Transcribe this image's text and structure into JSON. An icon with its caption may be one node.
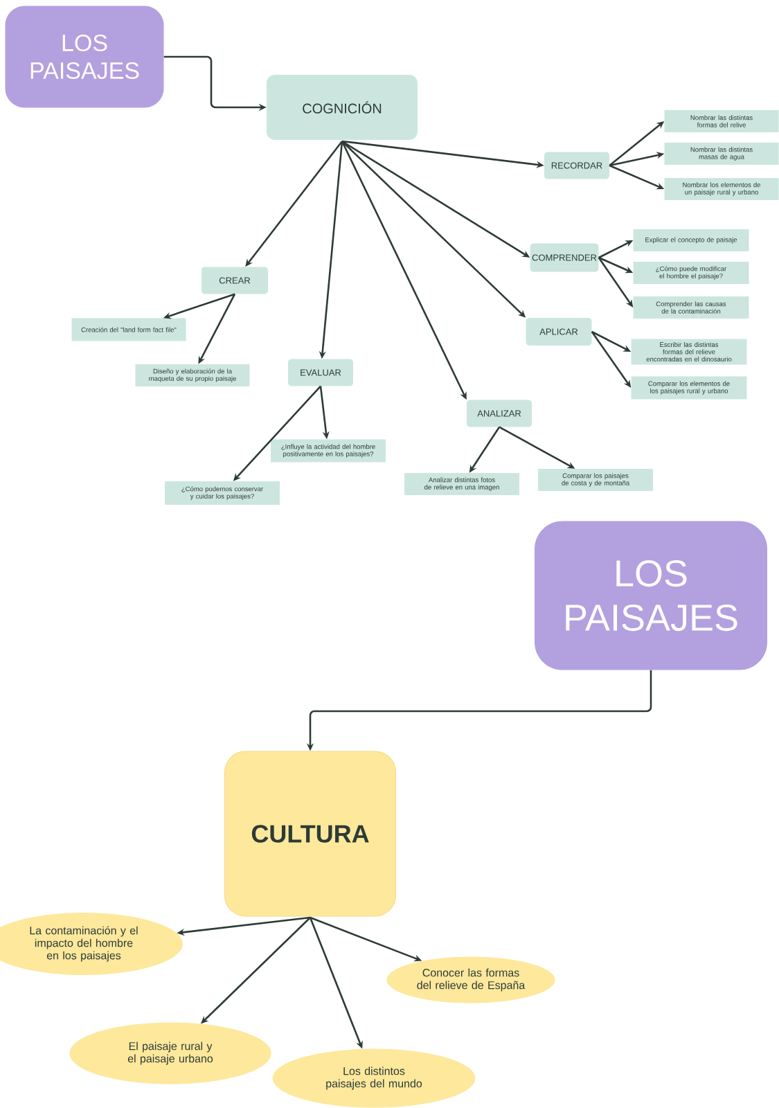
{
  "diagram": {
    "nodes": [
      {
        "text": [
          "LOS PAISAJES"
        ]
      },
      {
        "text": [
          "COGNICIÓN"
        ]
      },
      {
        "text": [
          "RECORDAR"
        ]
      },
      {
        "text": [
          "Nombrar las distintas formas del relive"
        ]
      },
      {
        "text": [
          "Nombrar las distintas masas de agua"
        ]
      },
      {
        "text": [
          "Nombrar los elementos de un paisaje rural y urbano"
        ]
      },
      {
        "text": [
          "COMPRENDER"
        ]
      },
      {
        "text": [
          "Explicar el concepto de paisaje"
        ]
      },
      {
        "text": [
          "¿Cómo puede modificar el hombre el paisaje?"
        ]
      },
      {
        "text": [
          "Comprender las causas de la contaminación"
        ]
      },
      {
        "text": [
          "APLICAR"
        ]
      },
      {
        "text": [
          "Escribir las distintas formas del relieve encontradas en el dinosaurio"
        ]
      },
      {
        "text": [
          "Comparar los elementos de los paisajes rural y urbano"
        ]
      },
      {
        "text": [
          "CREAR"
        ]
      },
      {
        "text": [
          "Creación del \"land form fact file\""
        ]
      },
      {
        "text": [
          "Diseño y elaboración de la maqueta de su propio paisaje"
        ]
      },
      {
        "text": [
          "EVALUAR"
        ]
      },
      {
        "text": [
          "¿Influye la actividad del hombre positivamente en los paisajes?"
        ]
      },
      {
        "text": [
          "¿Cómo podemos conservar y cuidar los paisajes?"
        ]
      },
      {
        "text": [
          "ANALIZAR"
        ]
      },
      {
        "text": [
          "Analizar distintas fotos de relieve en una imagen"
        ]
      },
      {
        "text": [
          "Comparar los paisajes de costa y de montaña"
        ]
      },
      {
        "text": [
          "LOS PAISAJES"
        ]
      },
      {
        "text": [
          "CULTURA"
        ]
      },
      {
        "text": [
          "La contaminación y el impacto del hombre en los paisajes"
        ]
      },
      {
        "text": [
          "Conocer las formas del relieve de España"
        ]
      },
      {
        "text": [
          "El paisaje rural y el paisaje urbano"
        ]
      },
      {
        "text": [
          "Los distintos paisajes del mundo"
        ]
      }
    ],
    "edges": [
      {
        "from": 0,
        "to": 1,
        "arrow": "to"
      },
      {
        "from": 1,
        "to": 2,
        "arrow": "to"
      },
      {
        "from": 1,
        "to": 6,
        "arrow": "to"
      },
      {
        "from": 1,
        "to": 10,
        "arrow": "to"
      },
      {
        "from": 1,
        "to": 19,
        "arrow": "to"
      },
      {
        "from": 1,
        "to": 16,
        "arrow": "to"
      },
      {
        "from": 1,
        "to": 13,
        "arrow": "to"
      },
      {
        "from": 2,
        "to": 3,
        "arrow": "to"
      },
      {
        "from": 2,
        "to": 4,
        "arrow": "to"
      },
      {
        "from": 2,
        "to": 5,
        "arrow": "to"
      },
      {
        "from": 6,
        "to": 7,
        "arrow": "to"
      },
      {
        "from": 6,
        "to": 8,
        "arrow": "to"
      },
      {
        "from": 6,
        "to": 9,
        "arrow": "to"
      },
      {
        "from": 10,
        "to": 11,
        "arrow": "to"
      },
      {
        "from": 10,
        "to": 12,
        "arrow": "to"
      },
      {
        "from": 13,
        "to": 14,
        "arrow": "to"
      },
      {
        "from": 13,
        "to": 15,
        "arrow": "to"
      },
      {
        "from": 16,
        "to": 17,
        "arrow": "to"
      },
      {
        "from": 16,
        "to": 18,
        "arrow": "to"
      },
      {
        "from": 19,
        "to": 20,
        "arrow": "to"
      },
      {
        "from": 19,
        "to": 21,
        "arrow": "to"
      },
      {
        "from": 22,
        "to": 23,
        "arrow": "to"
      },
      {
        "from": 23,
        "to": 24,
        "arrow": "to"
      },
      {
        "from": 23,
        "to": 25,
        "arrow": "to"
      },
      {
        "from": 23,
        "to": 26,
        "arrow": "to"
      },
      {
        "from": 23,
        "to": 27,
        "arrow": "to"
      }
    ]
  }
}
